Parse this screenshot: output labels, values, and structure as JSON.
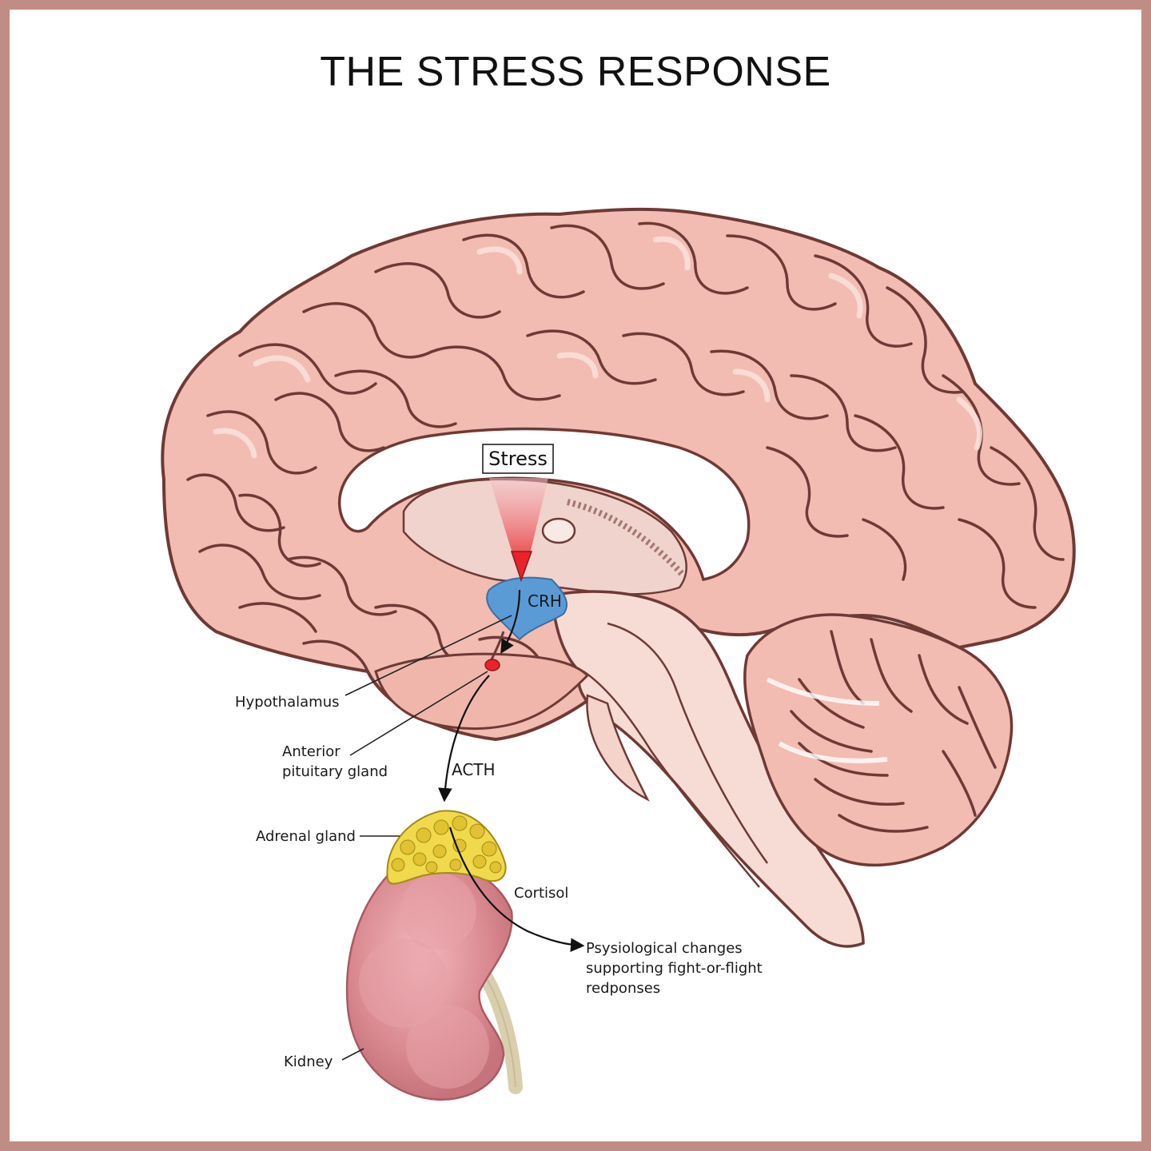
{
  "title": "THE STRESS RESPONSE",
  "labels": {
    "stress": "Stress",
    "crh": "CRH",
    "hypothalamus": "Hypothalamus",
    "anterior_pituitary_line1": "Anterior",
    "anterior_pituitary_line2": "pituitary gland",
    "acth": "ACTH",
    "adrenal_gland": "Adrenal gland",
    "cortisol": "Cortisol",
    "physiological_line1": "Psysiological changes",
    "physiological_line2": "supporting fight-or-flight",
    "physiological_line3": "redponses",
    "kidney": "Kidney"
  },
  "colors": {
    "frame": "#c08c86",
    "brain_fill": "#f2bcb2",
    "brain_outline": "#6e3a36",
    "brainstem_fill": "#f7dcd5",
    "hypothalamus_blue": "#5b9bd5",
    "stress_arrow_red": "#e8242a",
    "adrenal_yellow": "#f0d94a",
    "kidney_fill": "#cf7f85",
    "ureter": "#d9cfae"
  }
}
